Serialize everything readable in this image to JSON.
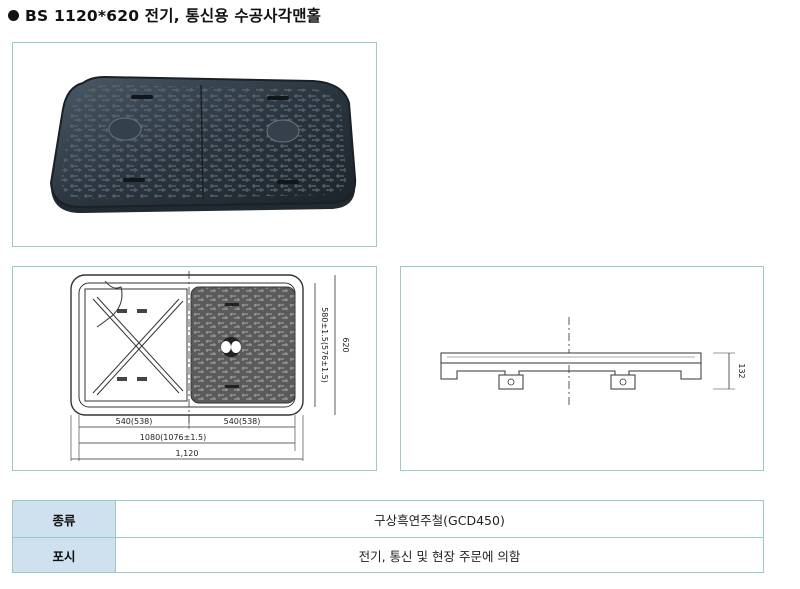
{
  "title": "BS 1120*620 전기, 통신용 수공사각맨홀",
  "plan": {
    "half_width": "540(538)",
    "half_width_2": "540(538)",
    "inner_length": "1080(1076±1.5)",
    "outer_length": "1,120",
    "inner_height": "580±1.5(576±1.5)",
    "outer_height": "620"
  },
  "section": {
    "depth": "132"
  },
  "spec": [
    {
      "label": "종류",
      "value": "구상흑연주철(GCD450)"
    },
    {
      "label": "포시",
      "value": "전기, 통신 및 현장 주문에 의함"
    }
  ]
}
